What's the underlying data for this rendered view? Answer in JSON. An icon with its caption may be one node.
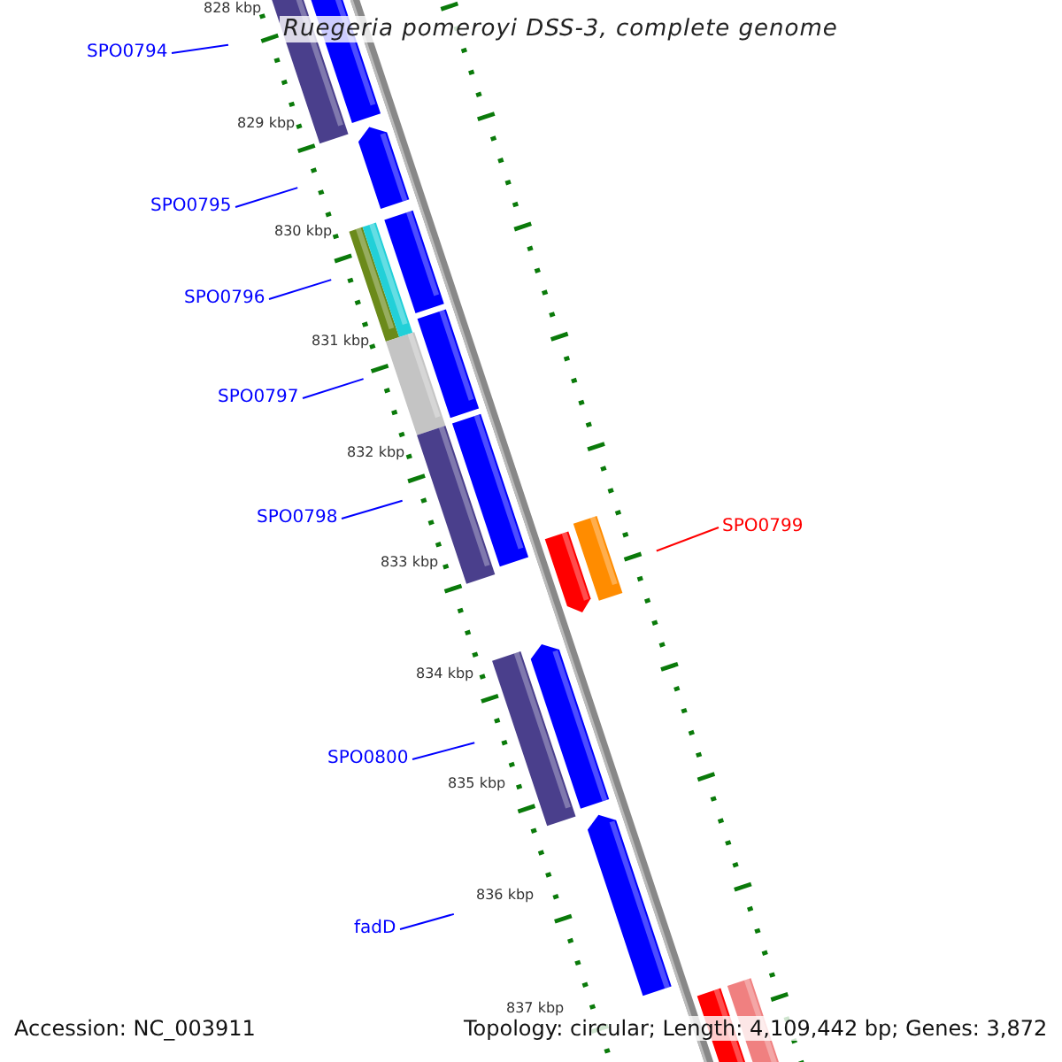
{
  "diagram": {
    "title": "Ruegeria pomeroyi DSS-3, complete genome",
    "nodes": [
      {
        "text": [
          "SPO0794"
        ]
      },
      {
        "text": [
          "SPO0795"
        ]
      },
      {
        "text": [
          "SPO0796"
        ]
      },
      {
        "text": [
          "SPO0797"
        ]
      },
      {
        "text": [
          "SPO0798"
        ]
      },
      {
        "text": [
          "SPO0799"
        ]
      },
      {
        "text": [
          "SPO0800"
        ]
      },
      {
        "text": [
          "fadD"
        ]
      }
    ],
    "edges": [
      {
        "from": 0,
        "to": null,
        "arrow": "none"
      },
      {
        "from": 1,
        "to": null,
        "arrow": "none"
      },
      {
        "from": 2,
        "to": null,
        "arrow": "none"
      },
      {
        "from": 3,
        "to": null,
        "arrow": "none"
      },
      {
        "from": 4,
        "to": null,
        "arrow": "none"
      },
      {
        "from": 5,
        "to": null,
        "arrow": "none",
        "color": "#ff0000"
      },
      {
        "from": 6,
        "to": null,
        "arrow": "none"
      },
      {
        "from": 7,
        "to": null,
        "arrow": "none"
      }
    ],
    "labels": [
      "828 kbp",
      "829 kbp",
      "830 kbp",
      "831 kbp",
      "832 kbp",
      "833 kbp",
      "834 kbp",
      "835 kbp",
      "836 kbp",
      "837 kbp",
      "Accession: NC_003911",
      "Topology: circular; Length: 4,109,442 bp; Genes: 3,872"
    ]
  }
}
